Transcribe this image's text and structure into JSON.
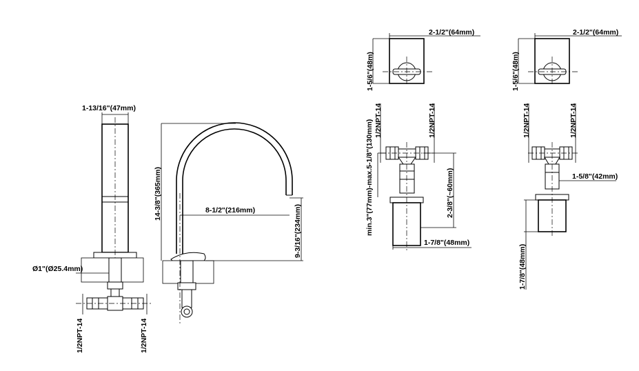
{
  "dims": {
    "handshower_width": "1-13/16\"(47mm)",
    "handshower_dia": "Ø1\"(Ø25.4mm)",
    "handshower_npt_left": "1/2NPT-14",
    "handshower_npt_right": "1/2NPT-14",
    "spout_height": "14-3/8\"(365mm)",
    "spout_reach": "8-1/2\"(216mm)",
    "spout_outlet_height": "9-3/16\"(234mm)",
    "valve1_width": "2-1/2\"(64mm)",
    "valve1_plate_height": "1-5/6\"(48m)",
    "valve1_npt_left": "1/2NPT-14",
    "valve1_npt_right": "1/2NPT-14",
    "valve1_range": "min.3\"(77mm)-max.5-1/8\"(130mm)",
    "valve1_body": "2-3/8\"(~60mm)",
    "valve1_base": "1-7/8\"(48mm)",
    "valve2_width": "2-1/2\"(64mm)",
    "valve2_plate_height": "1-5/6\"(48m)",
    "valve2_npt_left": "1/2NPT-14",
    "valve2_npt_right": "1/2NPT-14",
    "valve2_body": "1-5/8\"(42mm)",
    "valve2_base": "1-7/8\"(48mm)"
  }
}
